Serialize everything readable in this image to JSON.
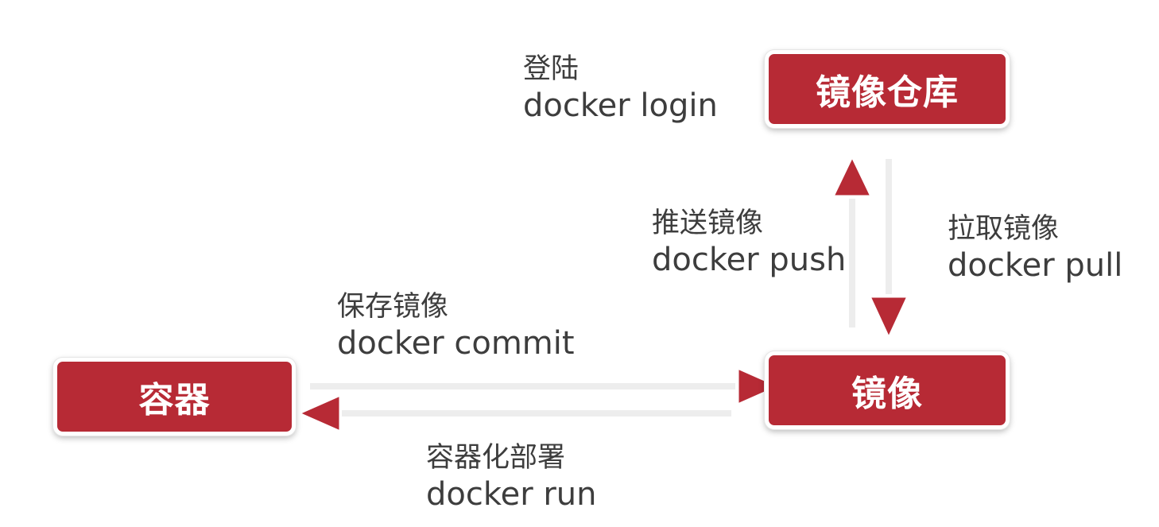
{
  "colors": {
    "node_fill": "#b72a35",
    "arrow_head": "#b72a35",
    "arrow_shaft": "#ededed",
    "text": "#3d3d3d"
  },
  "nodes": {
    "registry": "镜像仓库",
    "container": "容器",
    "image": "镜像"
  },
  "edges": {
    "login": {
      "cn": "登陆",
      "cmd": "docker login"
    },
    "push": {
      "cn": "推送镜像",
      "cmd": "docker push"
    },
    "pull": {
      "cn": "拉取镜像",
      "cmd": "docker pull"
    },
    "commit": {
      "cn": "保存镜像",
      "cmd": "docker commit"
    },
    "run": {
      "cn": "容器化部署",
      "cmd": "docker run"
    }
  }
}
